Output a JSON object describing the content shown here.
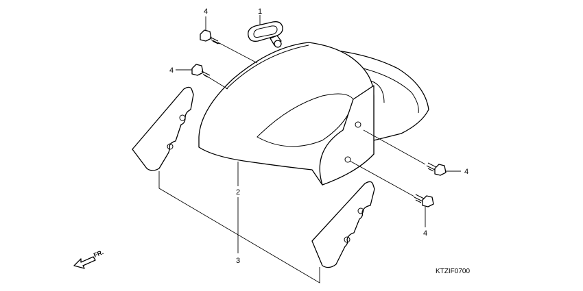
{
  "callouts": {
    "part1": "1",
    "part2": "2",
    "part3": "3",
    "bolt_upper": "4",
    "bolt_mid_left": "4",
    "bolt_right_upper": "4",
    "bolt_right_lower": "4"
  },
  "diagram_code": "KTZIF0700",
  "direction_label": "FR."
}
